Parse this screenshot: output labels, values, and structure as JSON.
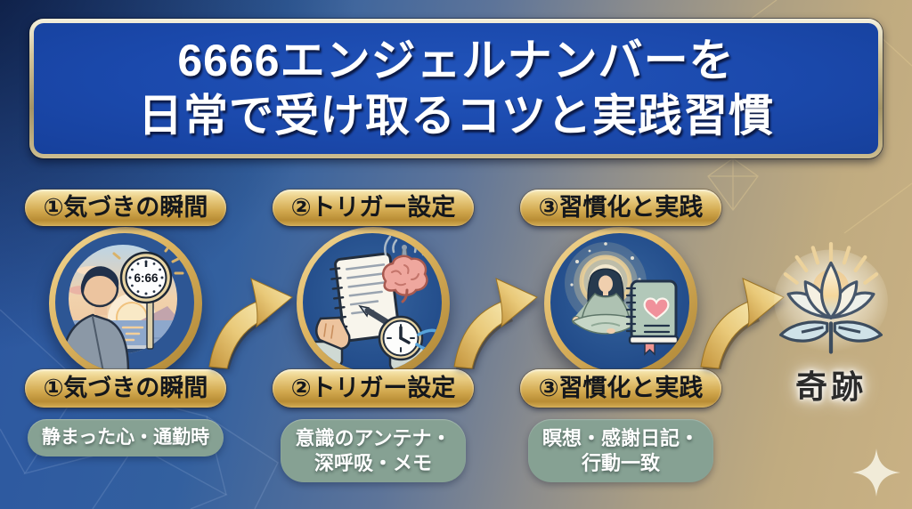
{
  "title": {
    "line1": "6666エンジェルナンバーを",
    "line2": "日常で受け取るコツと実践習慣"
  },
  "steps": [
    {
      "label": "①気づきの瞬間",
      "caption": "①気づきの瞬間",
      "description": "静まった心・通勤時",
      "clock_time": "6:66",
      "illustration": "man-noticing-666-clock-at-sunset-window"
    },
    {
      "label": "②トリガー設定",
      "caption": "②トリガー設定",
      "description": "意識のアンテナ・\n深呼吸・メモ",
      "illustration": "hands-writing-notebook-brain-antenna-breath-clock"
    },
    {
      "label": "③習慣化と実践",
      "caption": "③習慣化と実践",
      "description": "瞑想・感謝日記・\n行動一致",
      "illustration": "meditating-woman-heart-journal"
    }
  ],
  "result": {
    "label": "奇跡",
    "icon": "lotus-icon"
  },
  "icons": {
    "arrow": "curved-gold-arrow-icon",
    "sparkle": "sparkle-icon",
    "gem": "gem-outline-icon"
  },
  "colors": {
    "banner_fill": "#1b49ac",
    "banner_border": "#d3c59a",
    "background_left": "#2b56a1",
    "background_right": "#c9b184",
    "gold": "#d4ad55",
    "green_pill": "#86a193",
    "title_text": "#ffffff"
  }
}
